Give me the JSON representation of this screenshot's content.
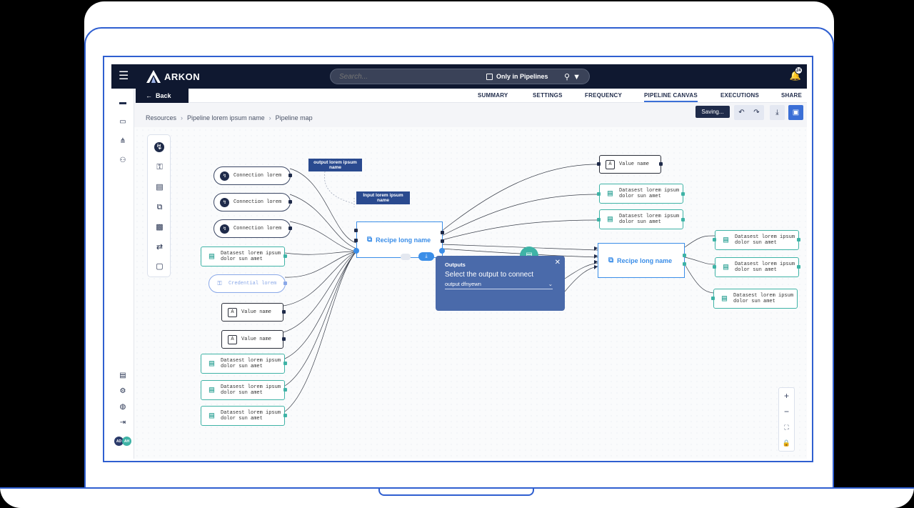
{
  "app": {
    "brand": "ARKON",
    "search_placeholder": "Search...",
    "only_in_pipelines": "Only in Pipelines",
    "notifications": "24",
    "back_label": "Back"
  },
  "tabs": [
    {
      "label": "SUMMARY"
    },
    {
      "label": "SETTINGS"
    },
    {
      "label": "FREQUENCY"
    },
    {
      "label": "PIPELINE CANVAS",
      "active": true
    },
    {
      "label": "EXECUTIONS"
    },
    {
      "label": "SHARE"
    }
  ],
  "breadcrumb": [
    "Resources",
    "Pipeline lorem ipsum name",
    "Pipeline map"
  ],
  "toolbar": {
    "saving": "Saving..."
  },
  "tags": {
    "output": "output lorem ipsum name",
    "input": "Input lorem ipsum name"
  },
  "nodes": {
    "conn1": "Connection lorem",
    "conn2": "Connection lorem",
    "conn3": "Connection lorem",
    "credential": "Credential lorem",
    "value1": "Value name",
    "value2": "Value name",
    "value3": "Value name",
    "dataset": "Datasest lorem ipsum dolor sun amet",
    "recipe1": "Recipe long name",
    "recipe2": "Recipe long name"
  },
  "popup": {
    "title": "Outputs",
    "message": "Select the output to connect",
    "selected": "output dfnyewn"
  },
  "users": [
    "AD",
    "AH"
  ],
  "colors": {
    "navy": "#0f1830",
    "accent": "#3b6fd6",
    "dataset": "#3fb3a6",
    "recipe": "#3b8ee8"
  }
}
